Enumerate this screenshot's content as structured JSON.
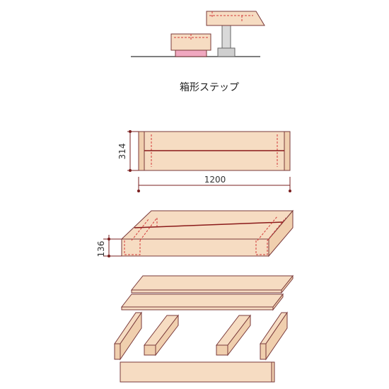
{
  "title": "箱形ステップ",
  "dimensions": {
    "width": "1200",
    "depth": "314",
    "height": "136"
  }
}
